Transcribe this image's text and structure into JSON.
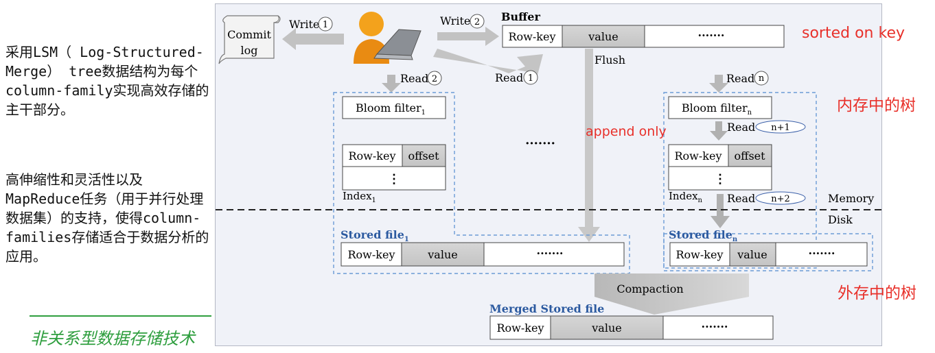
{
  "left_panel": {
    "paragraph1": "采用LSM（ Log-Structured-Merge） tree数据结构为每个column-family实现高效存储的主干部分。",
    "paragraph2": "高伸缩性和灵活性以及MapReduce任务（用于并行处理数据集）的支持，使得column-families存储适合于数据分析的应用。",
    "footer_title": "非关系型数据存储技术"
  },
  "annotations": {
    "sorted_on_key": "sorted on key",
    "in_memory_tree": "内存中的树",
    "append_only": "append only",
    "on_disk_tree": "外存中的树"
  },
  "diagram": {
    "commit_log_line1": "Commit",
    "commit_log_line2": "log",
    "write": "Write",
    "write1_num": "1",
    "write2_num": "2",
    "buffer_title": "Buffer",
    "row_key": "Row-key",
    "value": "value",
    "ellipsis": "·······",
    "flush": "Flush",
    "read": "Read",
    "read1_num": "1",
    "read2_num": "2",
    "readn_num": "n",
    "read_n1": "n+1",
    "read_n2": "n+2",
    "bloom_filter": "Bloom filter",
    "sub_1": "1",
    "sub_n": "n",
    "offset": "offset",
    "vdots": "⋮",
    "index": "Index",
    "memory": "Memory",
    "disk": "Disk",
    "stored_file": "Stored file",
    "compaction": "Compaction",
    "merged_stored_file": "Merged Stored file",
    "mid_ellipsis": "·······"
  }
}
